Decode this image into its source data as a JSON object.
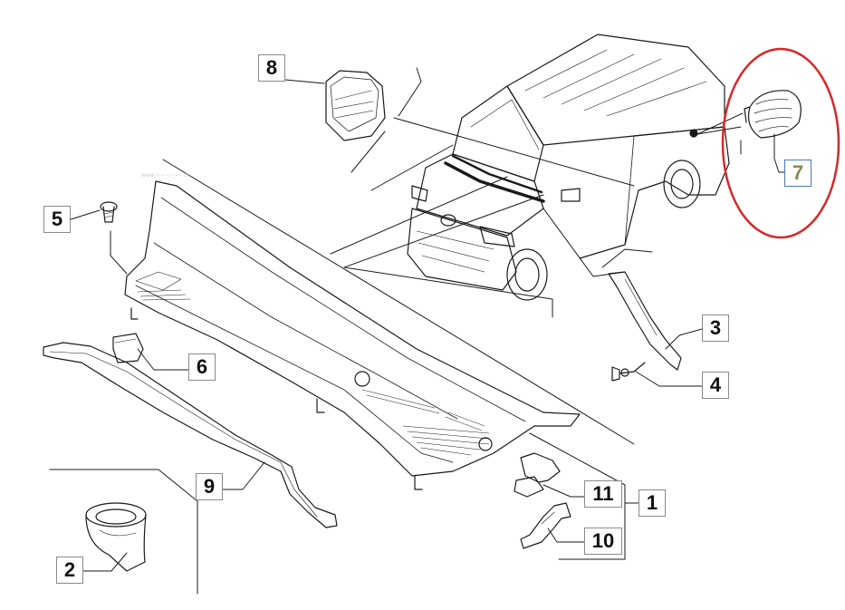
{
  "watermark": "www.~~~~~~.ru",
  "highlight_color": "#d42a2a",
  "callouts": [
    {
      "id": "c1",
      "label": "1"
    },
    {
      "id": "c2",
      "label": "2"
    },
    {
      "id": "c3",
      "label": "3"
    },
    {
      "id": "c4",
      "label": "4"
    },
    {
      "id": "c5",
      "label": "5"
    },
    {
      "id": "c6",
      "label": "6"
    },
    {
      "id": "c7",
      "label": "7",
      "highlighted": true
    },
    {
      "id": "c8",
      "label": "8"
    },
    {
      "id": "c9",
      "label": "9"
    },
    {
      "id": "c10",
      "label": "10"
    },
    {
      "id": "c11",
      "label": "11"
    }
  ]
}
